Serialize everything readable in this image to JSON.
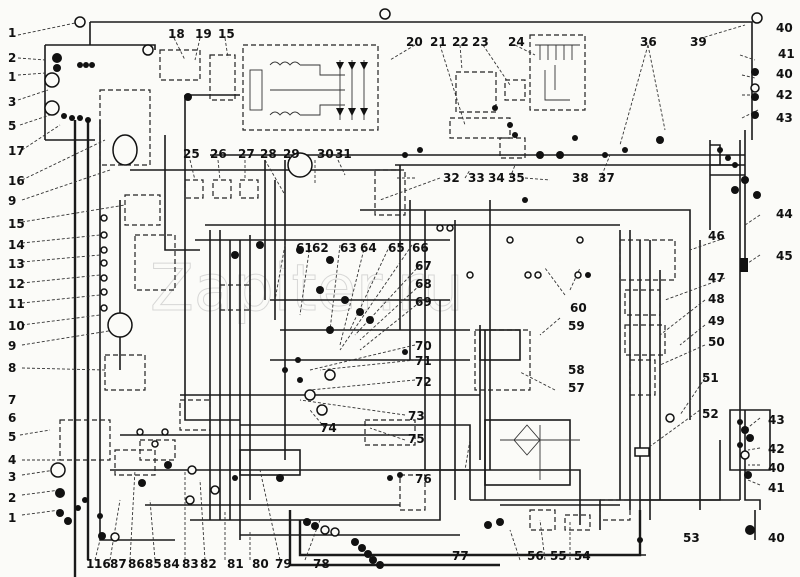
{
  "diagram": {
    "title": "Wiring diagram",
    "watermark": "Zapiter.ru",
    "labels": [
      {
        "id": "l1a",
        "text": "1"
      },
      {
        "id": "l2a",
        "text": "2"
      },
      {
        "id": "l1b",
        "text": "1"
      },
      {
        "id": "l3a",
        "text": "3"
      },
      {
        "id": "l5a",
        "text": "5"
      },
      {
        "id": "l17",
        "text": "17"
      },
      {
        "id": "l16",
        "text": "16"
      },
      {
        "id": "l9a",
        "text": "9"
      },
      {
        "id": "l15a",
        "text": "15"
      },
      {
        "id": "l14",
        "text": "14"
      },
      {
        "id": "l13",
        "text": "13"
      },
      {
        "id": "l12",
        "text": "12"
      },
      {
        "id": "l11",
        "text": "11"
      },
      {
        "id": "l10",
        "text": "10"
      },
      {
        "id": "l9b",
        "text": "9"
      },
      {
        "id": "l8",
        "text": "8"
      },
      {
        "id": "l7",
        "text": "7"
      },
      {
        "id": "l6",
        "text": "6"
      },
      {
        "id": "l5b",
        "text": "5"
      },
      {
        "id": "l4",
        "text": "4"
      },
      {
        "id": "l3b",
        "text": "3"
      },
      {
        "id": "l2b",
        "text": "2"
      },
      {
        "id": "l1c",
        "text": "1"
      },
      {
        "id": "l18",
        "text": "18"
      },
      {
        "id": "l19",
        "text": "19"
      },
      {
        "id": "l15b",
        "text": "15"
      },
      {
        "id": "l20",
        "text": "20"
      },
      {
        "id": "l21",
        "text": "21"
      },
      {
        "id": "l22",
        "text": "22"
      },
      {
        "id": "l23",
        "text": "23"
      },
      {
        "id": "l24",
        "text": "24"
      },
      {
        "id": "l36",
        "text": "36"
      },
      {
        "id": "l39",
        "text": "39"
      },
      {
        "id": "l40a",
        "text": "40"
      },
      {
        "id": "l41a",
        "text": "41"
      },
      {
        "id": "l40b",
        "text": "40"
      },
      {
        "id": "l42a",
        "text": "42"
      },
      {
        "id": "l43a",
        "text": "43"
      },
      {
        "id": "l25",
        "text": "25"
      },
      {
        "id": "l26",
        "text": "26"
      },
      {
        "id": "l27",
        "text": "27"
      },
      {
        "id": "l28",
        "text": "28"
      },
      {
        "id": "l29",
        "text": "29"
      },
      {
        "id": "l30",
        "text": "30"
      },
      {
        "id": "l31",
        "text": "31"
      },
      {
        "id": "l32",
        "text": "32"
      },
      {
        "id": "l33",
        "text": "33"
      },
      {
        "id": "l34",
        "text": "34"
      },
      {
        "id": "l35",
        "text": "35"
      },
      {
        "id": "l38",
        "text": "38"
      },
      {
        "id": "l37",
        "text": "37"
      },
      {
        "id": "l44",
        "text": "44"
      },
      {
        "id": "l45",
        "text": "45"
      },
      {
        "id": "l46",
        "text": "46"
      },
      {
        "id": "l47",
        "text": "47"
      },
      {
        "id": "l48",
        "text": "48"
      },
      {
        "id": "l49",
        "text": "49"
      },
      {
        "id": "l50",
        "text": "50"
      },
      {
        "id": "l51",
        "text": "51"
      },
      {
        "id": "l52",
        "text": "52"
      },
      {
        "id": "l43b",
        "text": "43"
      },
      {
        "id": "l42b",
        "text": "42"
      },
      {
        "id": "l40c",
        "text": "40"
      },
      {
        "id": "l41b",
        "text": "41"
      },
      {
        "id": "l40d",
        "text": "40"
      },
      {
        "id": "l53",
        "text": "53"
      },
      {
        "id": "l54",
        "text": "54"
      },
      {
        "id": "l55",
        "text": "55"
      },
      {
        "id": "l56",
        "text": "56"
      },
      {
        "id": "l77",
        "text": "77"
      },
      {
        "id": "l57",
        "text": "57"
      },
      {
        "id": "l58",
        "text": "58"
      },
      {
        "id": "l59",
        "text": "59"
      },
      {
        "id": "l60",
        "text": "60"
      },
      {
        "id": "l61",
        "text": "61"
      },
      {
        "id": "l62",
        "text": "62"
      },
      {
        "id": "l63",
        "text": "63"
      },
      {
        "id": "l64",
        "text": "64"
      },
      {
        "id": "l65",
        "text": "65"
      },
      {
        "id": "l66",
        "text": "66"
      },
      {
        "id": "l67",
        "text": "67"
      },
      {
        "id": "l68",
        "text": "68"
      },
      {
        "id": "l69",
        "text": "69"
      },
      {
        "id": "l70",
        "text": "70"
      },
      {
        "id": "l71",
        "text": "71"
      },
      {
        "id": "l72",
        "text": "72"
      },
      {
        "id": "l73",
        "text": "73"
      },
      {
        "id": "l74",
        "text": "74"
      },
      {
        "id": "l75",
        "text": "75"
      },
      {
        "id": "l76",
        "text": "76"
      },
      {
        "id": "l78",
        "text": "78"
      },
      {
        "id": "l79",
        "text": "79"
      },
      {
        "id": "l80",
        "text": "80"
      },
      {
        "id": "l81",
        "text": "81"
      },
      {
        "id": "l82",
        "text": "82"
      },
      {
        "id": "l83",
        "text": "83"
      },
      {
        "id": "l84",
        "text": "84"
      },
      {
        "id": "l85",
        "text": "85"
      },
      {
        "id": "l86",
        "text": "86"
      },
      {
        "id": "l87",
        "text": "87"
      },
      {
        "id": "l16b",
        "text": "16"
      },
      {
        "id": "l1d",
        "text": "1"
      }
    ]
  }
}
